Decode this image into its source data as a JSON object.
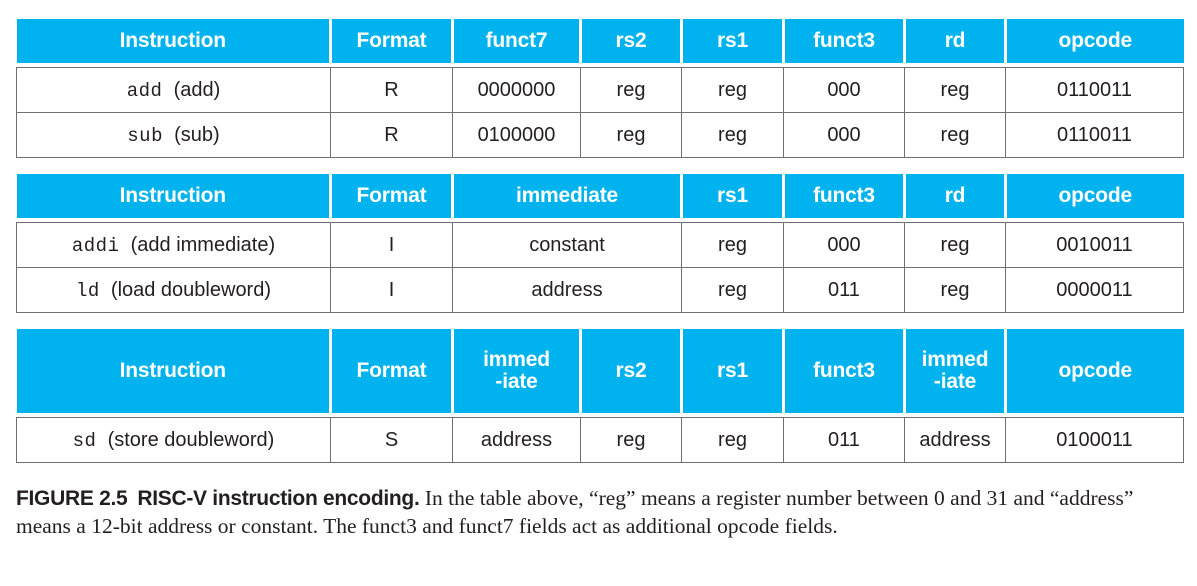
{
  "figure": {
    "number": "FIGURE 2.5",
    "title": "RISC-V instruction encoding.",
    "caption_body": " In the table above, “reg” means a register number between 0 and 31 and “address” means a 12-bit address or constant. The funct3 and funct7 fields act as additional opcode fields."
  },
  "colors": {
    "header_blue": "#00b3ee",
    "header_text": "#ffffff",
    "grid_line": "#6f7072",
    "body_text": "#231f20"
  },
  "tables": [
    {
      "id": "r-type",
      "headers": [
        "Instruction",
        "Format",
        "funct7",
        "rs2",
        "rs1",
        "funct3",
        "rd",
        "opcode"
      ],
      "rows": [
        {
          "mnemonic": "add",
          "description": "(add)",
          "format": "R",
          "field3": "0000000",
          "field4": "reg",
          "field5": "reg",
          "funct3": "000",
          "field7": "reg",
          "opcode": "0110011"
        },
        {
          "mnemonic": "sub",
          "description": "(sub)",
          "format": "R",
          "field3": "0100000",
          "field4": "reg",
          "field5": "reg",
          "funct3": "000",
          "field7": "reg",
          "opcode": "0110011"
        }
      ]
    },
    {
      "id": "i-type",
      "headers": [
        "Instruction",
        "Format",
        "immediate",
        "rs1",
        "funct3",
        "rd",
        "opcode"
      ],
      "rows": [
        {
          "mnemonic": "addi",
          "description": "(add immediate)",
          "format": "I",
          "immediate": "constant",
          "rs1": "reg",
          "funct3": "000",
          "rd": "reg",
          "opcode": "0010011"
        },
        {
          "mnemonic": "ld",
          "description": "(load doubleword)",
          "format": "I",
          "immediate": "address",
          "rs1": "reg",
          "funct3": "011",
          "rd": "reg",
          "opcode": "0000011"
        }
      ]
    },
    {
      "id": "s-type",
      "headers": [
        "Instruction",
        "Format",
        "immed",
        "rs2",
        "rs1",
        "funct3",
        "immed",
        "opcode"
      ],
      "header_line2": {
        "immed_left": "-iate",
        "immed_right": "-iate"
      },
      "rows": [
        {
          "mnemonic": "sd",
          "description": "(store doubleword)",
          "format": "S",
          "immed_left": "address",
          "rs2": "reg",
          "rs1": "reg",
          "funct3": "011",
          "immed_right": "address",
          "opcode": "0100011"
        }
      ]
    }
  ]
}
